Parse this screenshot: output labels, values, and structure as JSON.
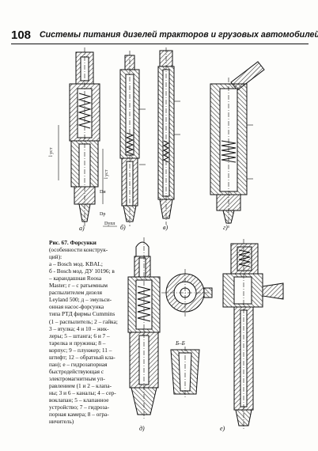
{
  "header": {
    "page_number": "108",
    "running_title": "Системы питания дизелей тракторов и грузовых автомобилей"
  },
  "caption": {
    "title": "Рис. 67. Форсунки",
    "lines": [
      "(особенности конструк-",
      "ций):",
      "а – Bosch мод. KBAL;",
      "б - Bosch мод. ДУ 10196; в",
      "– карандашная Roosa",
      "Master; г – с ратьемным",
      "распылителем дизеля",
      "Leyland 500; д – эмульси-",
      "онная насос-форсунка",
      "типа PTД фирмы Cummins",
      "(1 – распылитель; 2 – гайка;",
      "3 – втулка; 4 и 10 – жик-",
      "леры; 5 – штанга; 6 и 7 –",
      "тарелка и пружина; 8 –",
      "корпус; 9 – плунжер; 11 –",
      "штифт; 12 – обратный кла-",
      "пан); е – гидрозапорная",
      "быстродействующая с",
      "электромагнитным уп-",
      "равлением (1 и 2 – клапа-",
      "ны; 3 и 6 – каналы; 4 – сер-",
      "воклапан; 5 – клапанное",
      "устройство; 7 – гидроза-",
      "порная камера; 8 – огра-",
      "ничитель)"
    ]
  },
  "figure_labels": {
    "panels": [
      "а)",
      "б)",
      "в)",
      "г)",
      "д)",
      "е)"
    ],
    "dimensions": [
      "l_уст",
      "l_уст",
      "D_и",
      "D_р",
      "D_упл"
    ],
    "section": "Б–Б"
  },
  "colors": {
    "ink": "#111111",
    "paper": "#fdfdfb",
    "hatch": "#555555"
  }
}
